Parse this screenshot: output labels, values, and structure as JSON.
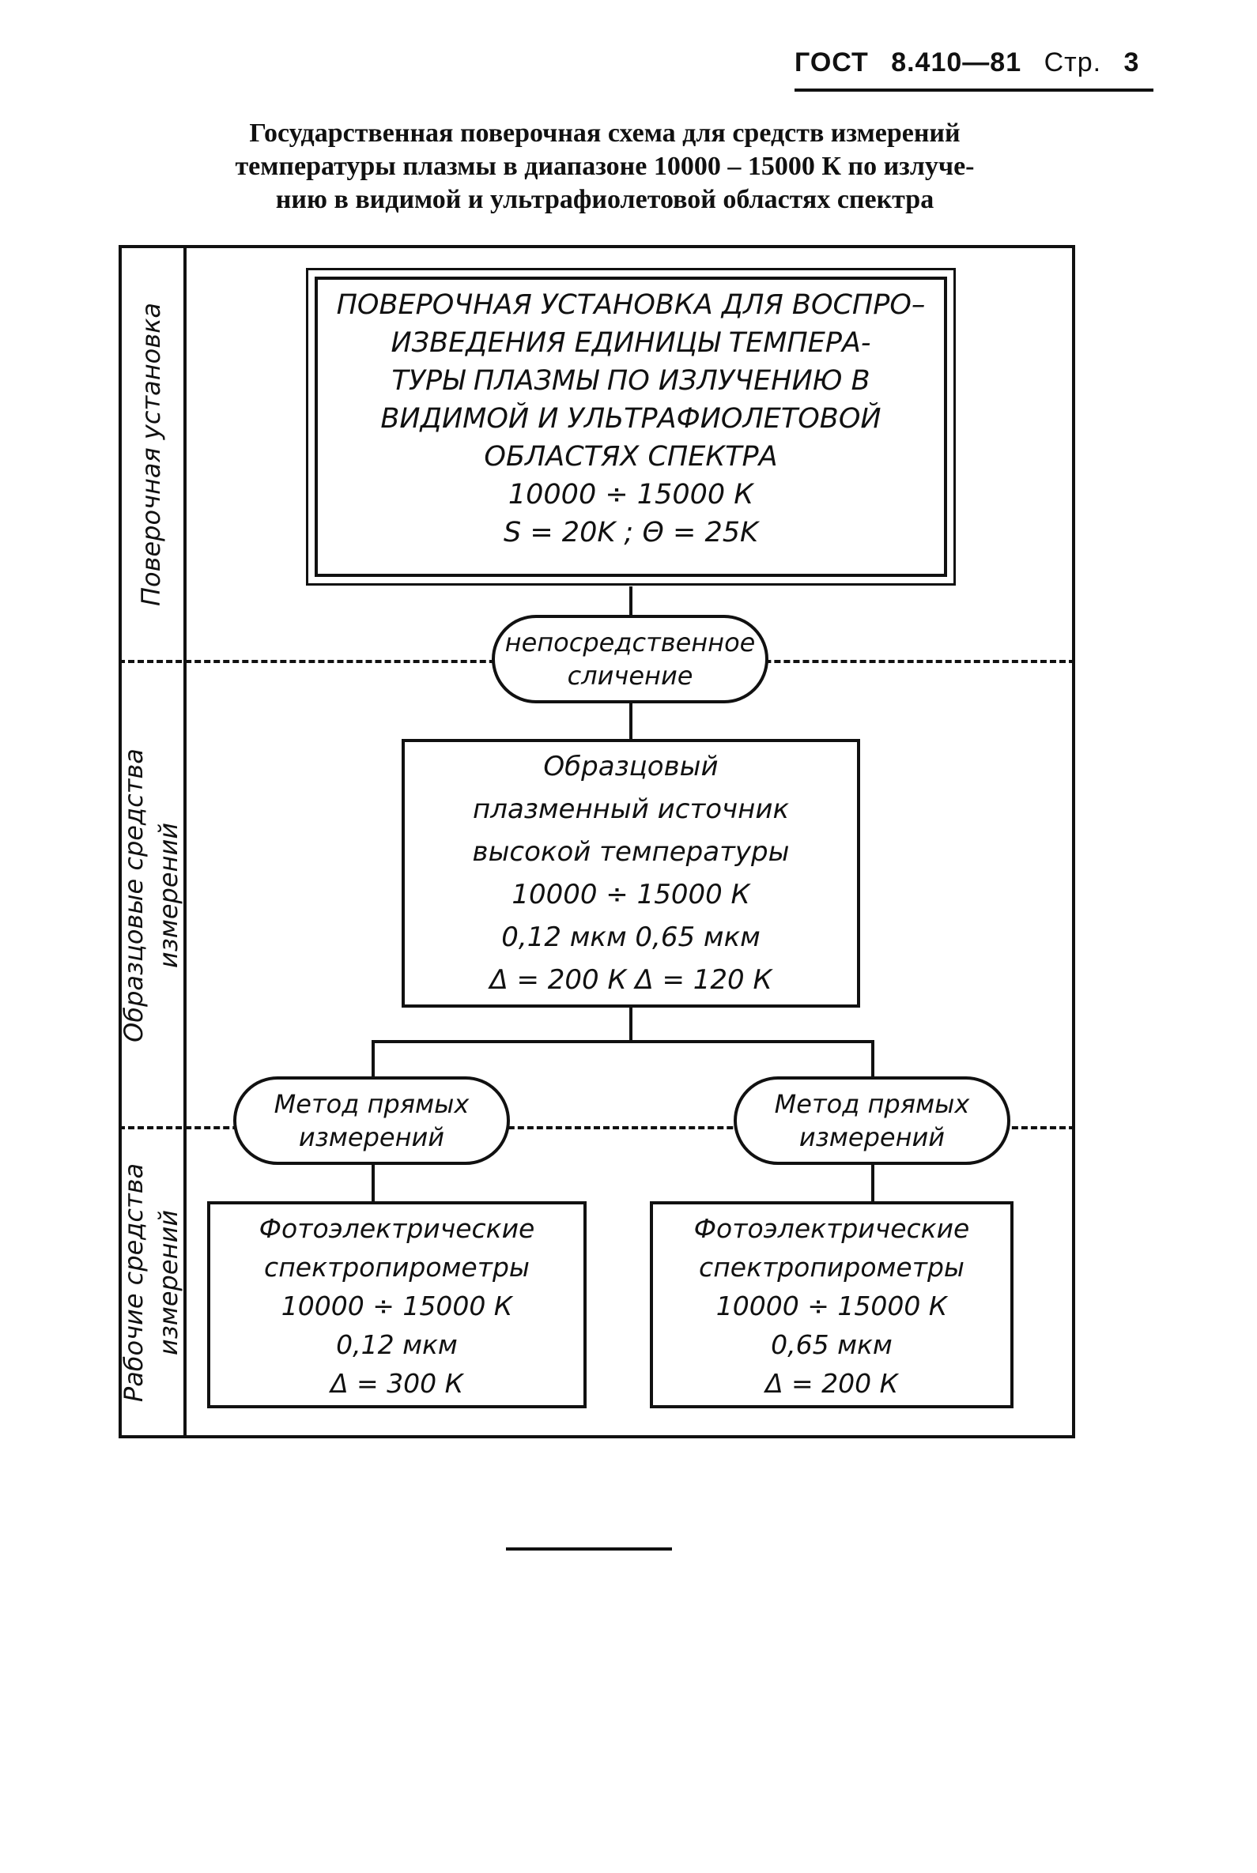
{
  "header": {
    "standard": "ГОСТ",
    "number": "8.410—81",
    "page_label": "Стр.",
    "page_number": "3"
  },
  "title_lines": [
    "Государственная поверочная схема для средств    измерений",
    "температуры плазмы в диапазоне 10000 – 15000 К по излуче-",
    "нию в видимой и ультрафиолетовой областях спектра"
  ],
  "rows": {
    "setup": {
      "label_lines": [
        "Поверочная установка"
      ]
    },
    "reference": {
      "label_lines": [
        "Образцовые средства",
        "измерений"
      ]
    },
    "working": {
      "label_lines": [
        "Рабочие средства",
        "измерений"
      ]
    }
  },
  "nodes": {
    "primary": {
      "lines": [
        "ПОВЕРОЧНАЯ УСТАНОВКА ДЛЯ ВОСПРО–",
        "ИЗВЕДЕНИЯ ЕДИНИЦЫ ТЕМПЕРА-",
        "ТУРЫ ПЛАЗМЫ ПО ИЗЛУЧЕНИЮ В",
        "ВИДИМОЙ И УЛЬТРАФИОЛЕТОВОЙ",
        "ОБЛАСТЯХ СПЕКТРА",
        "10000 ÷ 15000 К",
        "S = 20K ;       Θ = 25K"
      ]
    },
    "comparison": {
      "lines": [
        "непосредственное",
        "сличение"
      ]
    },
    "reference_source": {
      "lines": [
        "Образцовый",
        "плазменный источник",
        "высокой температуры",
        "10000 ÷ 15000 К",
        "0,12 мкм       0,65 мкм",
        "Δ = 200 К       Δ = 120 К"
      ]
    },
    "method_left": {
      "lines": [
        "Метод прямых",
        "измерений"
      ]
    },
    "method_right": {
      "lines": [
        "Метод прямых",
        "измерений"
      ]
    },
    "pyrometer_left": {
      "lines": [
        "Фотоэлектрические",
        "спектропирометры",
        "10000 ÷ 15000 К",
        "0,12 мкм",
        "Δ = 300 К"
      ]
    },
    "pyrometer_right": {
      "lines": [
        "Фотоэлектрические",
        "спектропирометры",
        "10000 ÷ 15000 К",
        "0,65 мкм",
        "Δ = 200 К"
      ]
    }
  }
}
